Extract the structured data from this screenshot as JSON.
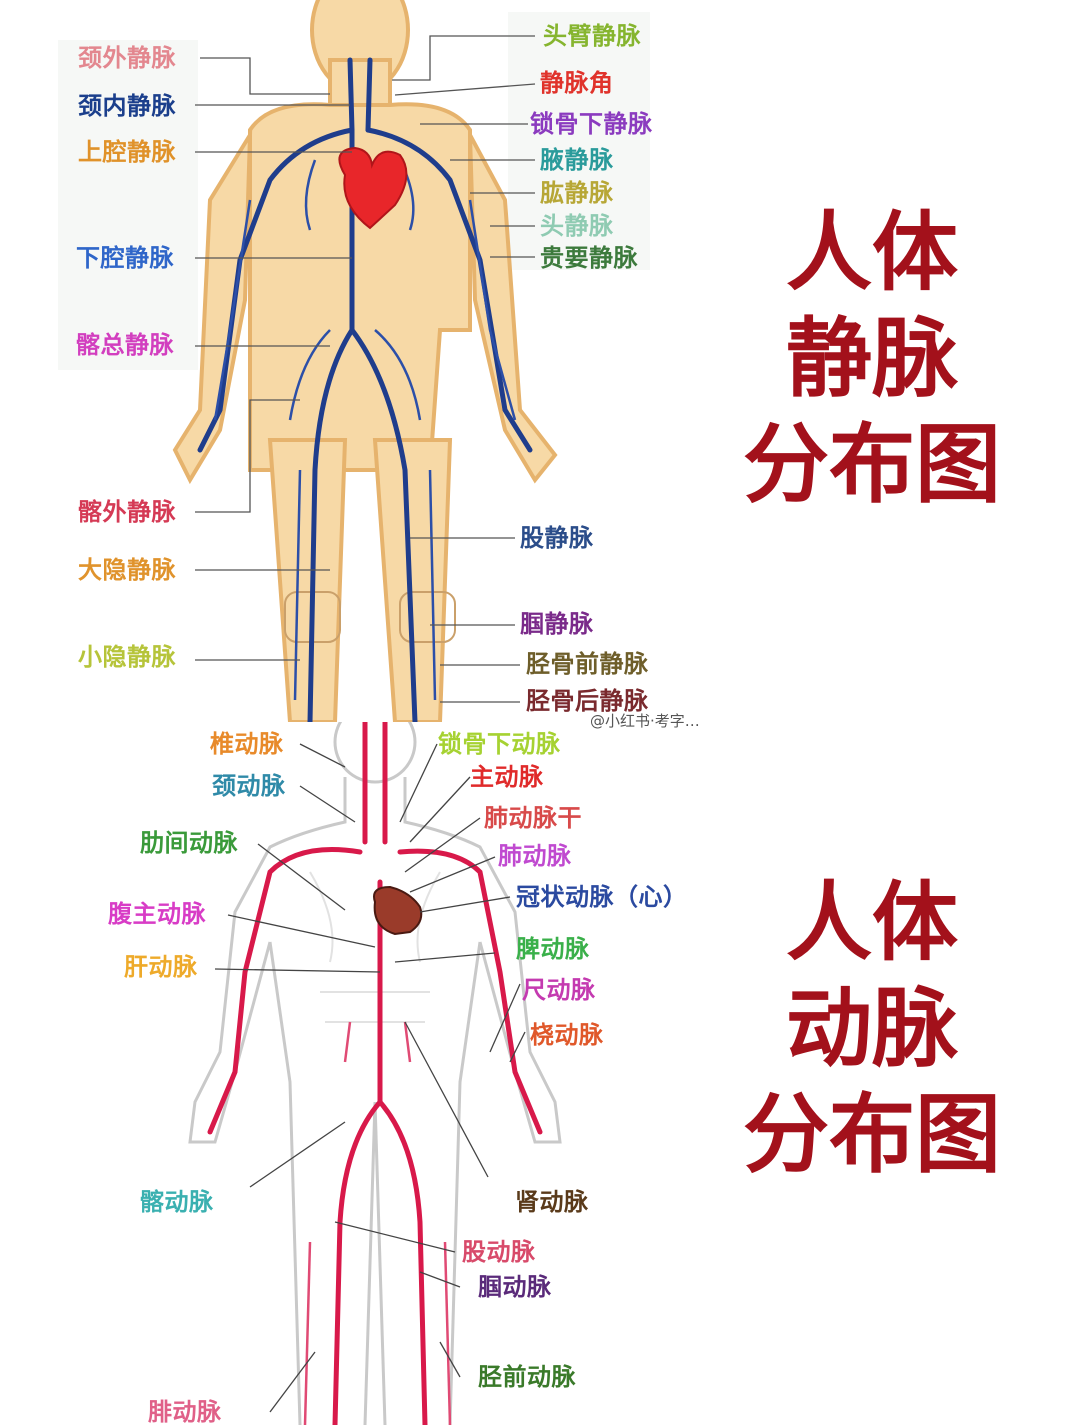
{
  "veins": {
    "title_lines": [
      "人体",
      "静脉",
      "分布图"
    ],
    "labels": [
      {
        "text": "颈外静脉",
        "color": "#e3878f"
      },
      {
        "text": "颈内静脉",
        "color": "#1b3f8c"
      },
      {
        "text": "上腔静脉",
        "color": "#e0922a"
      },
      {
        "text": "下腔静脉",
        "color": "#2f66c9"
      },
      {
        "text": "髂总静脉",
        "color": "#d23fbf"
      },
      {
        "text": "髂外静脉",
        "color": "#d53a55"
      },
      {
        "text": "大隐静脉",
        "color": "#e0932c"
      },
      {
        "text": "小隐静脉",
        "color": "#b6c43a"
      },
      {
        "text": "头臂静脉",
        "color": "#86b52f"
      },
      {
        "text": "静脉角",
        "color": "#e0332b"
      },
      {
        "text": "锁骨下静脉",
        "color": "#8b3bbf"
      },
      {
        "text": "腋静脉",
        "color": "#2a9b9b"
      },
      {
        "text": "肱静脉",
        "color": "#b7a736"
      },
      {
        "text": "头静脉",
        "color": "#8fcbb2"
      },
      {
        "text": "贵要静脉",
        "color": "#3c7a3c"
      },
      {
        "text": "股静脉",
        "color": "#2b4d8a"
      },
      {
        "text": "腘静脉",
        "color": "#7a2a8a"
      },
      {
        "text": "胫骨前静脉",
        "color": "#6e5e2a"
      },
      {
        "text": "胫骨后静脉",
        "color": "#7a2a2e"
      }
    ]
  },
  "arteries": {
    "title_lines": [
      "人体",
      "动脉",
      "分布图"
    ],
    "labels": [
      {
        "text": "椎动脉",
        "color": "#e88a2a"
      },
      {
        "text": "颈动脉",
        "color": "#2f8aa8"
      },
      {
        "text": "肋间动脉",
        "color": "#3a9a3a"
      },
      {
        "text": "腹主动脉",
        "color": "#d83cc6"
      },
      {
        "text": "肝动脉",
        "color": "#eeaa2a"
      },
      {
        "text": "髂动脉",
        "color": "#3ab0b0"
      },
      {
        "text": "腓动脉",
        "color": "#e06088"
      },
      {
        "text": "锁骨下动脉",
        "color": "#a6d232"
      },
      {
        "text": "主动脉",
        "color": "#e02a2a"
      },
      {
        "text": "肺动脉干",
        "color": "#d84a4a"
      },
      {
        "text": "肺动脉",
        "color": "#c04ad0"
      },
      {
        "text": "冠状动脉（心）",
        "color": "#2b4aa0"
      },
      {
        "text": "脾动脉",
        "color": "#3ab04a"
      },
      {
        "text": "尺动脉",
        "color": "#c43ab0"
      },
      {
        "text": "桡动脉",
        "color": "#e0582a"
      },
      {
        "text": "肾动脉",
        "color": "#5a3a1a"
      },
      {
        "text": "股动脉",
        "color": "#d84a6a"
      },
      {
        "text": "腘动脉",
        "color": "#5a2a7a"
      },
      {
        "text": "胫前动脉",
        "color": "#3a7a2a"
      }
    ]
  },
  "watermark": "@小红书·考字…"
}
